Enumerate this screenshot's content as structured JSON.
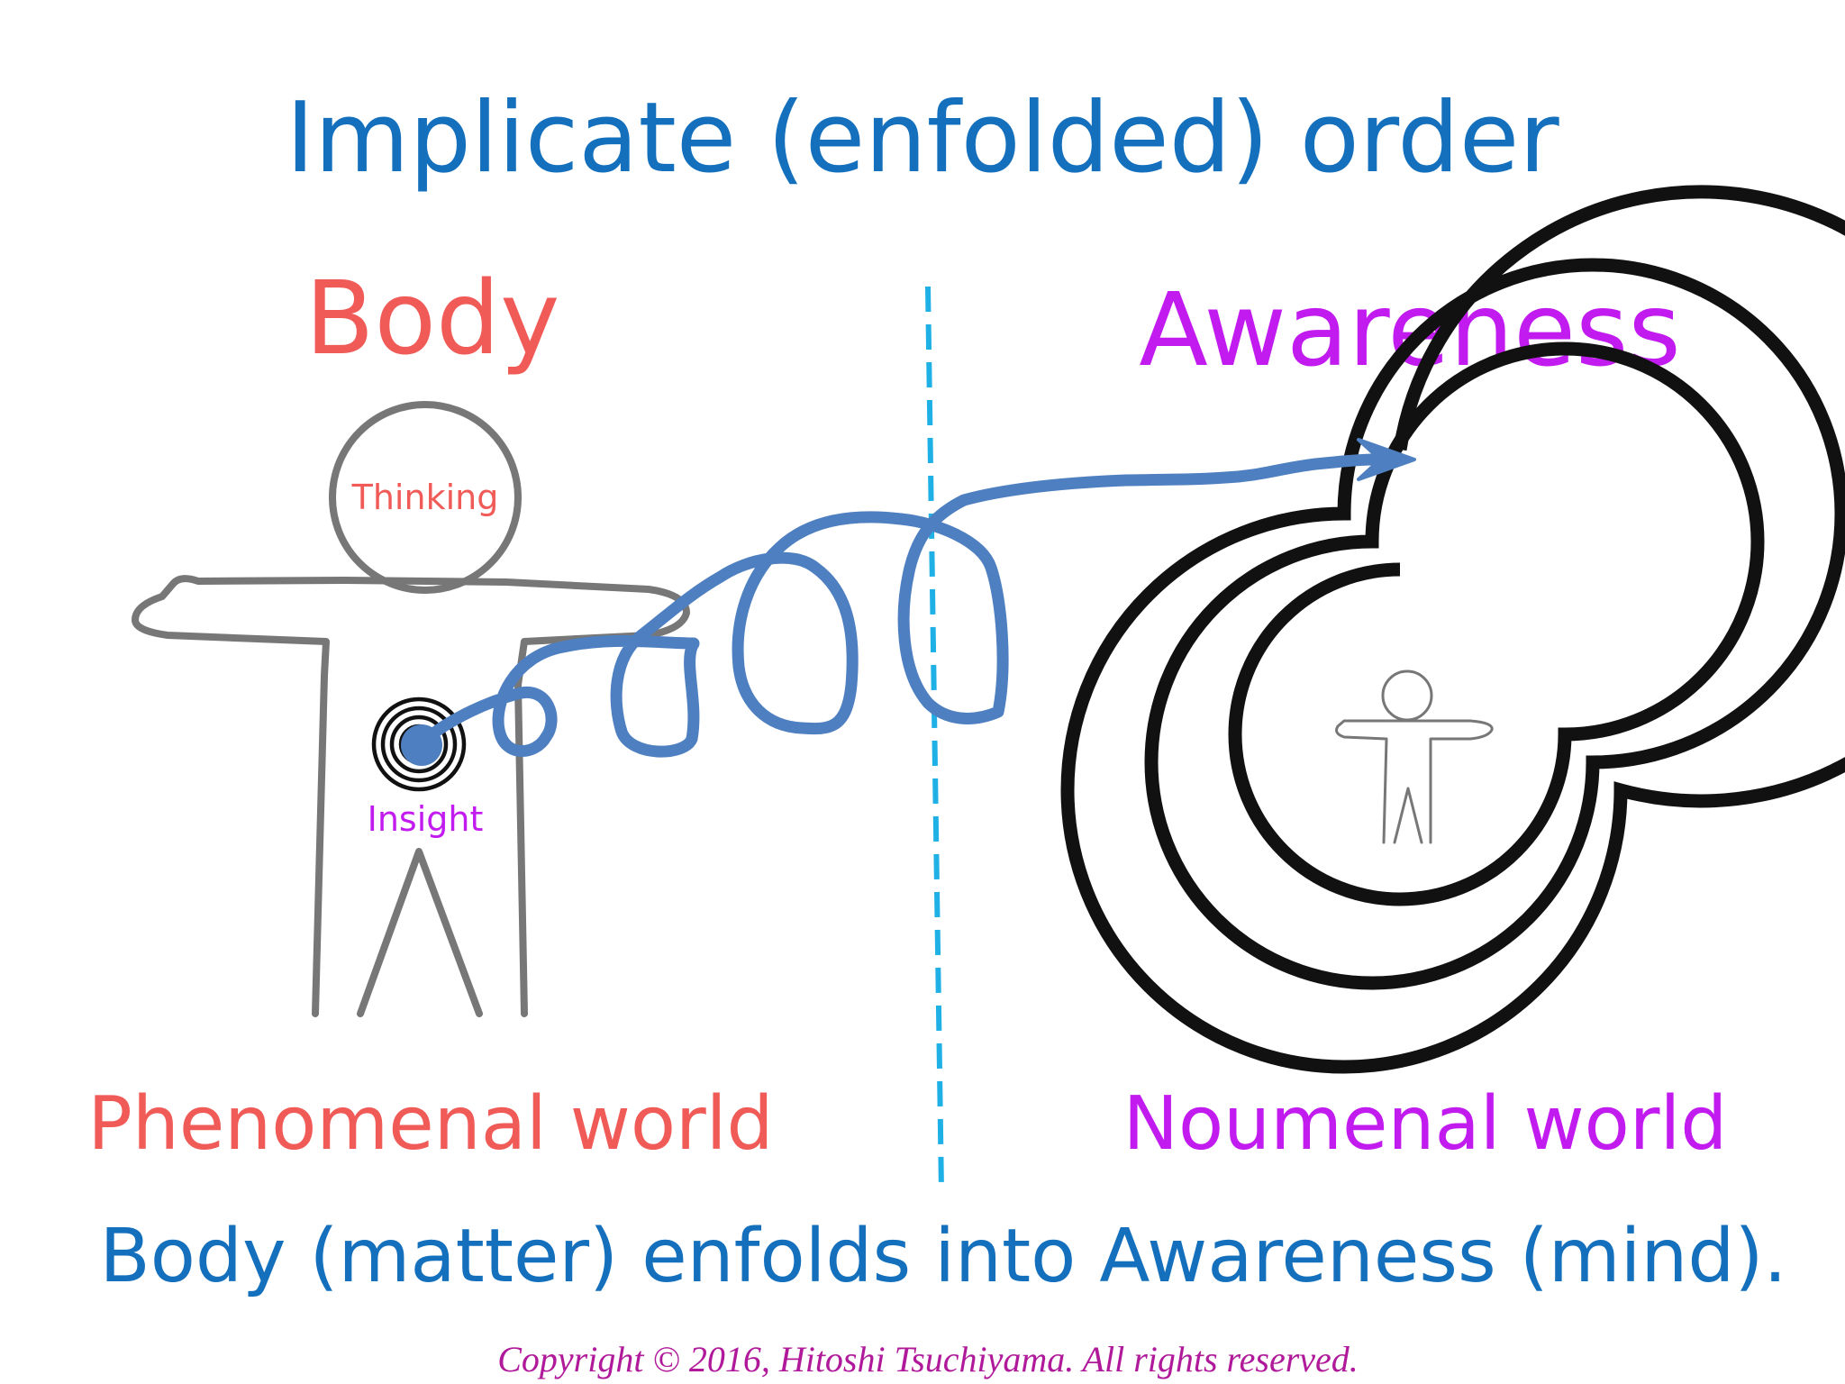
{
  "title": "Implicate (enfolded) order",
  "left": {
    "heading": "Body",
    "head_label": "Thinking",
    "center_label": "Insight",
    "world_label": "Phenomenal world"
  },
  "right": {
    "heading": "Awareness",
    "world_label": "Noumenal world"
  },
  "caption": "Body (matter) enfolds into Awareness (mind).",
  "copyright": "Copyright © 2016, Hitoshi Tsuchiyama. All rights reserved.",
  "colors": {
    "title": "#1470bc",
    "body": "#f05a57",
    "awareness": "#c21bf0",
    "caption": "#1470bc",
    "copyright": "#b01a9a",
    "figure_outline": "#777777",
    "flow_line": "#4e7fc0",
    "divider": "#1fb0e6",
    "spiral": "#111111"
  }
}
